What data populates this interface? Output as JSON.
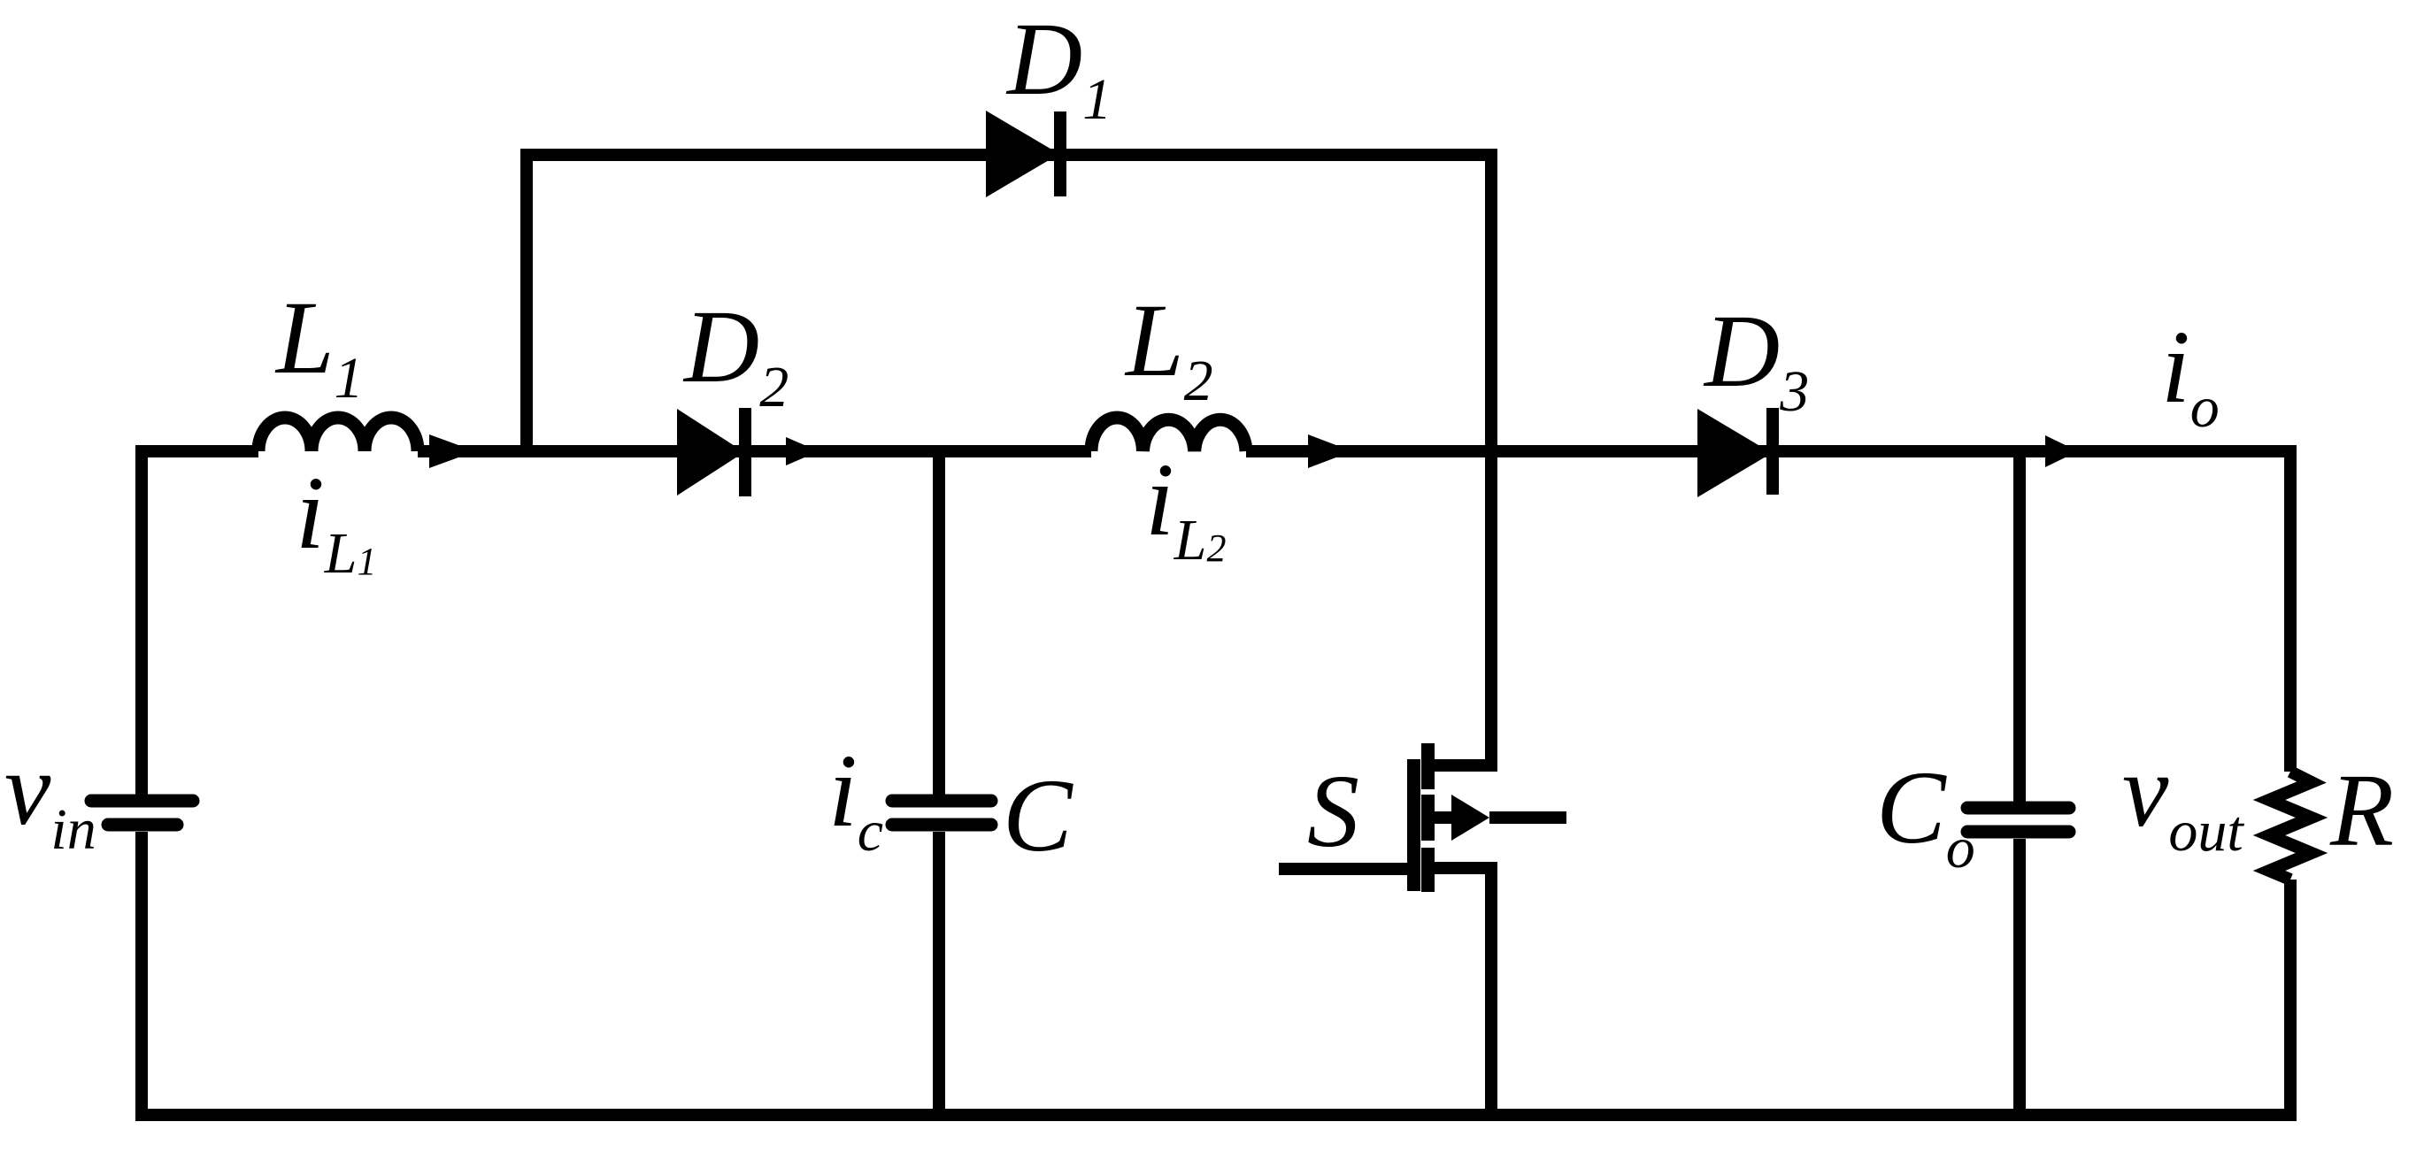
{
  "figure": {
    "kind": "power-converter-circuit-schematic",
    "colors": {
      "ink": "#000000",
      "background": "#ffffff"
    }
  },
  "labels": {
    "d1": {
      "base": "D",
      "sub": "1"
    },
    "d2": {
      "base": "D",
      "sub": "2"
    },
    "d3": {
      "base": "D",
      "sub": "3"
    },
    "l1": {
      "base": "L",
      "sub": "1"
    },
    "l2": {
      "base": "L",
      "sub": "2"
    },
    "il1": {
      "base": "i",
      "sub": "L",
      "subsub": "1"
    },
    "il2": {
      "base": "i",
      "sub": "L",
      "subsub": "2"
    },
    "ic": {
      "base": "i",
      "sub": "c"
    },
    "c": {
      "base": "C"
    },
    "co": {
      "base": "C",
      "sub": "o"
    },
    "s": {
      "base": "S"
    },
    "io": {
      "base": "i",
      "sub": "o"
    },
    "vin": {
      "base": "v",
      "sub": "in"
    },
    "vout": {
      "base": "v",
      "sub": "out"
    },
    "r": {
      "base": "R"
    }
  },
  "symbols": {
    "vin": "dc-voltage-source",
    "l1": "inductor",
    "l2": "inductor",
    "d1": "diode",
    "d2": "diode",
    "d3": "diode",
    "c": "capacitor",
    "co": "capacitor",
    "s": "n-mosfet-switch",
    "r": "resistor",
    "arrows": "current-direction-arrow"
  }
}
